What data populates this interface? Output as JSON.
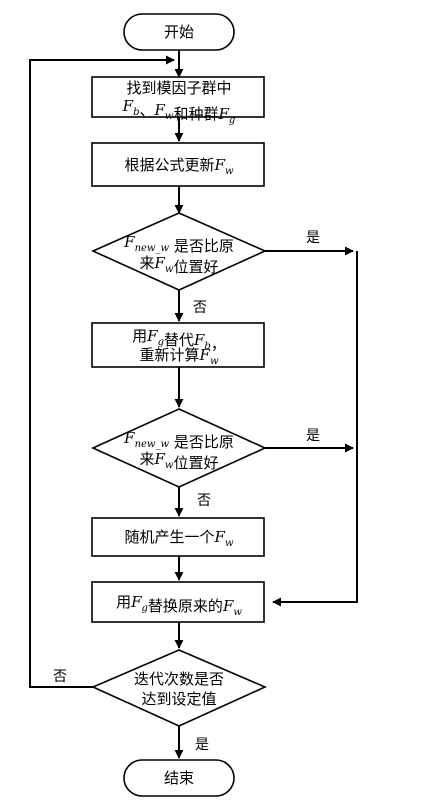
{
  "flowchart": {
    "start": "开始",
    "step1": {
      "line1": "找到模因子群中",
      "line2": "F_b、F_w和种群F_g"
    },
    "step2": "根据公式更新F_w",
    "decision1": {
      "line1": "F_new_w 是否比原",
      "line2": "来F_w位置好"
    },
    "step3": {
      "line1": "用F_g替代F_b，",
      "line2": "重新计算F_w"
    },
    "decision2": {
      "line1": "F_new_w 是否比原",
      "line2": "来F_w位置好"
    },
    "step4": "随机产生一个F_w",
    "step5": "用F_g替换原来的F_w",
    "decision3": {
      "line1": "迭代次数是否",
      "line2": "达到设定值"
    },
    "end": "结束"
  },
  "edges": {
    "d1_yes": "是",
    "d1_no": "否",
    "d2_yes": "是",
    "d2_no": "否",
    "d3_yes": "是",
    "d3_no": "否"
  }
}
